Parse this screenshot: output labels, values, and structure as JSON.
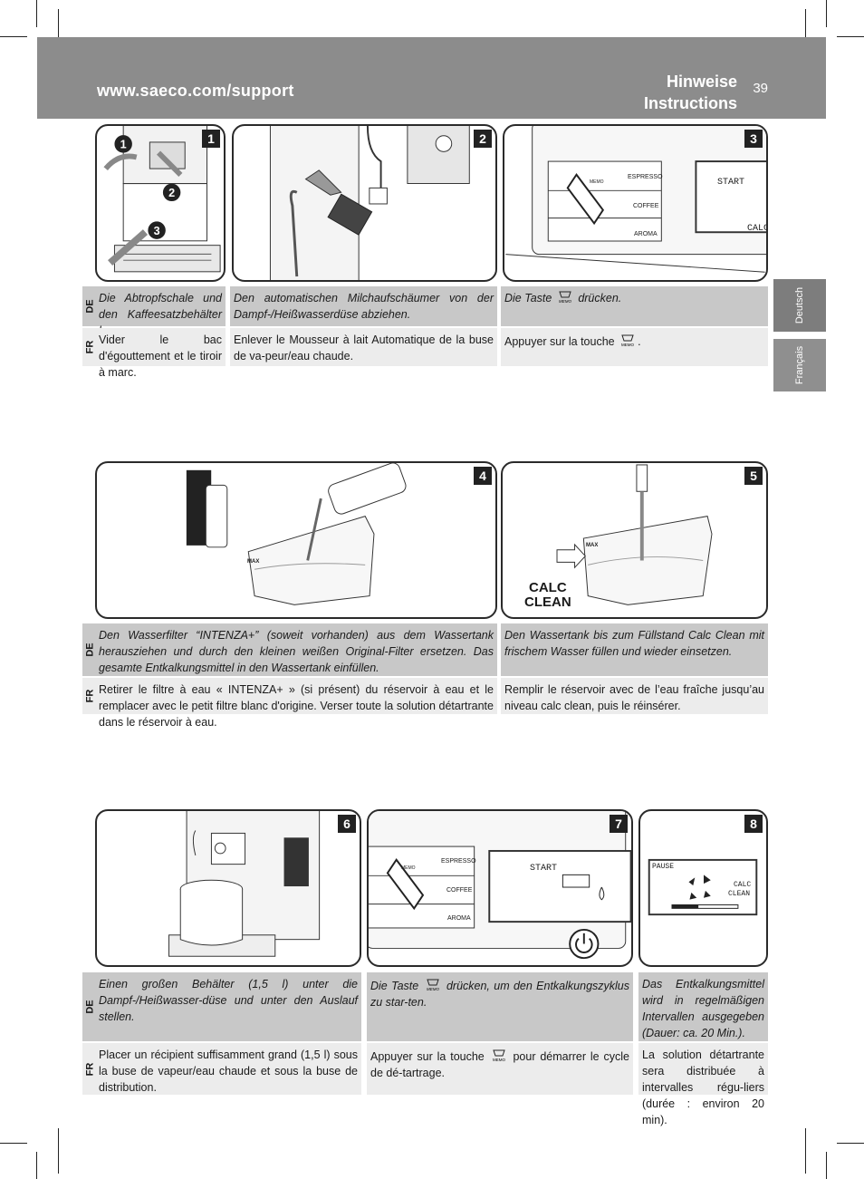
{
  "header": {
    "url": "www.saeco.com/support",
    "title_line1": "Hinweise",
    "title_line2": "Instructions",
    "page_number": "39"
  },
  "sidetabs": {
    "deutsch": "Deutsch",
    "francais": "Français"
  },
  "lang_labels": {
    "de": "DE",
    "fr": "FR"
  },
  "panels": {
    "p1": {
      "number": "1"
    },
    "p2": {
      "number": "2"
    },
    "p3": {
      "number": "3",
      "buttons": [
        "ESPRESSO",
        "COFFEE",
        "AROMA"
      ],
      "memo_label": "MEMO",
      "display": [
        "START",
        "CALC"
      ]
    },
    "p4": {
      "number": "4",
      "max_label": "MAX"
    },
    "p5": {
      "number": "5",
      "calc_clean_line1": "CALC",
      "calc_clean_line2": "CLEAN",
      "max_label": "MAX"
    },
    "p6": {
      "number": "6"
    },
    "p7": {
      "number": "7",
      "buttons": [
        "ESPRESSO",
        "COFFEE",
        "AROMA"
      ],
      "memo_label": "MEMO",
      "display": "START"
    },
    "p8": {
      "number": "8",
      "display_pause": "PAUSE",
      "display_calc": "CALC",
      "display_clean": "CLEAN"
    }
  },
  "steps": {
    "s1": {
      "de": "Die Abtropfschale und den Kaffeesatzbehälter leeren.",
      "fr": "Vider le bac d'égouttement et le tiroir à marc."
    },
    "s2": {
      "de": "Den automatischen Milchaufschäumer von der Dampf-/Heißwasserdüse abziehen.",
      "fr": "Enlever le Mousseur à lait Automatique de la buse de va-peur/eau chaude."
    },
    "s3": {
      "de_pre": "Die Taste",
      "de_post": "drücken.",
      "fr_pre": "Appuyer sur la touche",
      "fr_post": "."
    },
    "s4": {
      "de": "Den Wasserfilter “INTENZA+” (soweit vorhanden) aus dem Wassertank herausziehen und durch den kleinen weißen Original-Filter ersetzen. Das gesamte Entkalkungsmittel in den Wassertank einfüllen.",
      "fr": "Retirer le filtre à eau « INTENZA+ » (si présent) du réservoir à eau et le remplacer avec le petit filtre blanc d'origine. Verser toute la solution détartrante dans le réservoir à eau."
    },
    "s5": {
      "de": "Den Wassertank bis zum Füllstand Calc Clean mit frischem Wasser füllen und wieder einsetzen.",
      "fr": "Remplir le réservoir avec de l’eau fraîche jusqu’au niveau calc clean, puis le réinsérer."
    },
    "s6": {
      "de": "Einen großen Behälter (1,5 l) unter die Dampf-/Heißwasser-düse und unter den Auslauf stellen.",
      "fr": "Placer un récipient suffisamment grand (1,5 l) sous la buse de vapeur/eau chaude et sous la buse de distribution."
    },
    "s7": {
      "de_pre": "Die Taste",
      "de_post": "drücken, um den Entkalkungszyklus zu star-ten.",
      "fr_pre": "Appuyer sur la touche",
      "fr_post": "pour démarrer le cycle de dé-tartrage."
    },
    "s8": {
      "de": "Das Entkalkungsmittel wird in regelmäßigen Intervallen ausgegeben (Dauer: ca. 20 Min.).",
      "fr": "La solution détartrante sera distribuée à intervalles régu-liers (durée : environ 20 min)."
    }
  }
}
